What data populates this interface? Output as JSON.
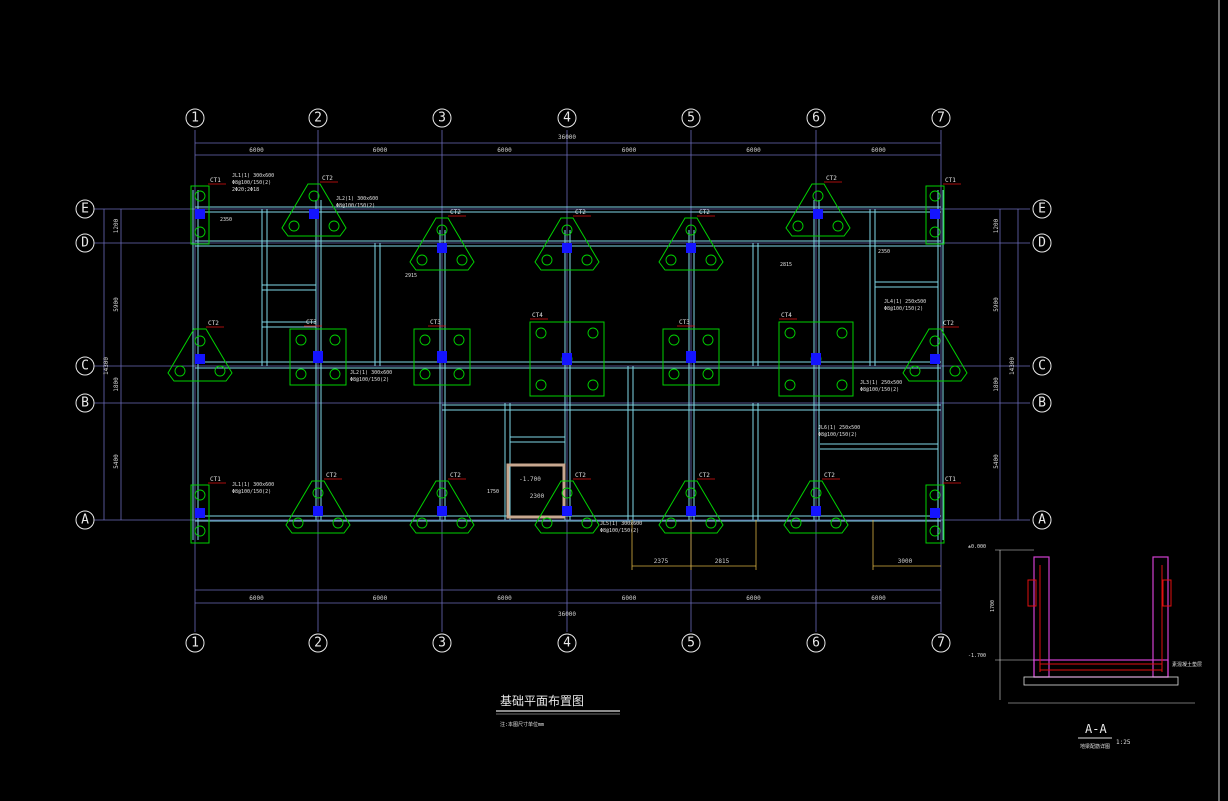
{
  "drawing": {
    "title": "基础平面布置图",
    "note": "注:本图尺寸单位mm",
    "section_title": "A-A",
    "section_scale": "1:25",
    "section_subtitle": "地梁配筋详图"
  },
  "grid": {
    "columns": [
      "1",
      "2",
      "3",
      "4",
      "5",
      "6",
      "7"
    ],
    "rows": [
      "E",
      "D",
      "C",
      "B",
      "A"
    ]
  },
  "dimensions": {
    "span": "6000",
    "total": "36000",
    "left_dims": [
      "1200",
      "5900",
      "1800",
      "5400"
    ],
    "left_total": "14300"
  },
  "foundations": {
    "ct1": "CT1",
    "ct2": "CT2",
    "ct3": "CT3",
    "ct4": "CT4"
  },
  "annotations": {
    "beam1": "JL1(1) 300x600",
    "beam1_stirrup": "Φ8@100/150(2)",
    "beam1_bars": "2Φ20;2Φ18",
    "beam2": "JL2(1) 300x600",
    "beam3": "JL3(1) 250x500",
    "beam4": "JL4(1) 250x500",
    "beam5": "JL5(1) 300x600",
    "beam6": "JL6(1) 250x500",
    "elev": "-1.700",
    "pit": "2300",
    "pit_h": "1750",
    "dim_2375": "2375",
    "dim_2815": "2815",
    "dim_3000": "3000",
    "dim_2350": "2350",
    "dim_2915": "2915",
    "dim_1700": "1700",
    "elev_top": "±0.000",
    "cover": "素混凝土垫层"
  },
  "colors": {
    "grid_line": "#6a6ab8",
    "beam": "#7fd8e8",
    "foundation": "#00d200",
    "column": "#1414ff",
    "tag_leader": "#e01010",
    "axis_circle": "#e8e8e8",
    "pit": "#c8a890",
    "dim_yellow": "#d8b040",
    "section_magenta": "#d040d0"
  }
}
